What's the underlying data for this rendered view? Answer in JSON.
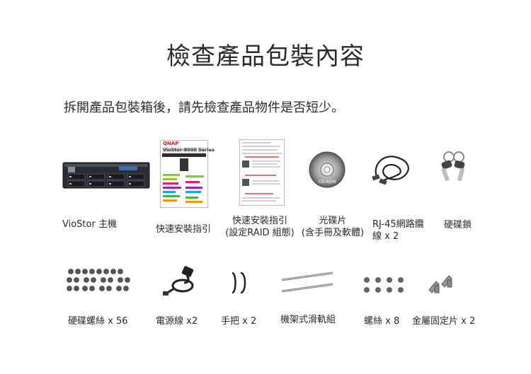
{
  "title": "檢查產品包裝內容",
  "intro": "拆開產品包裝箱後，請先檢查產品物件是否短少。",
  "row1": [
    {
      "label": "VioStor 主機"
    },
    {
      "label": "快速安裝指引"
    },
    {
      "label_l1": "快速安裝指引",
      "label_l2": "(設定RAID 組態)"
    },
    {
      "label_l1": "光碟片",
      "label_l2": "(含手冊及軟體)"
    },
    {
      "label_l1": "RJ-45網路纜",
      "label_l2": "線 x 2"
    },
    {
      "label": "硬碟鎖"
    }
  ],
  "row2": [
    {
      "label": "硬碟螺絲 x 56"
    },
    {
      "label": "電源線 x2"
    },
    {
      "label": "手把 x 2"
    },
    {
      "label": "機架式滑軌組"
    },
    {
      "label": "螺絲 x 8"
    },
    {
      "label": "金屬固定片 x 2"
    }
  ],
  "guide_logo": "QNAP",
  "guide_series": "VioStor-8000 Series",
  "cd_text": "CD-ROM"
}
